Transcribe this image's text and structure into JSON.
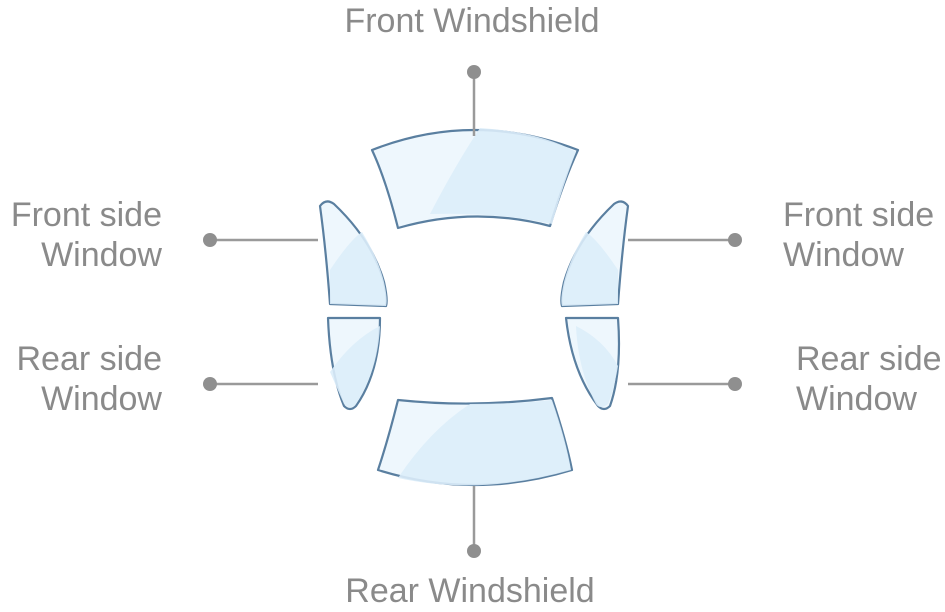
{
  "labels": {
    "front_windshield": "Front Windshield",
    "rear_windshield": "Rear Windshield",
    "front_side_left": {
      "line1": "Front side",
      "line2": "Window"
    },
    "front_side_right": {
      "line1": "Front side",
      "line2": "Window"
    },
    "rear_side_left": {
      "line1": "Rear side",
      "line2": "Window"
    },
    "rear_side_right": {
      "line1": "Rear side",
      "line2": "Window"
    }
  },
  "colors": {
    "glass_fill": "#eef7fd",
    "glass_stroke": "#5a7fa0",
    "leader": "#9a9a9a",
    "text": "#8a8a8a"
  }
}
